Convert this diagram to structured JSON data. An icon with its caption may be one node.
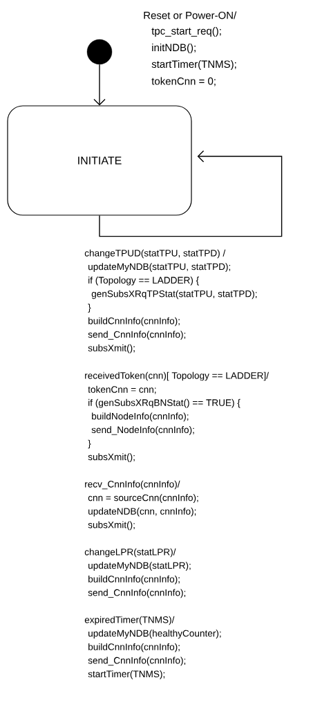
{
  "diagram": {
    "nodes": [
      {
        "text": [],
        "shape": "circle"
      },
      {
        "text": [
          "INITIATE"
        ]
      }
    ],
    "edges": [
      {
        "from": 0,
        "to": 1,
        "arrow": "to"
      },
      {
        "from": 1,
        "to": 1,
        "arrow": "to"
      }
    ],
    "labels": [
      "Reset or Power-ON/",
      "tpc_start_req();",
      "initNDB();",
      "startTimer(TNMS);",
      "tokenCnn = 0;",
      "changeTPUD(statTPU, statTPD) /",
      "updateMyNDB(statTPU, statTPD);",
      "if (Topology == LADDER) {",
      "genSubsXRqTPStat(statTPU, statTPD);",
      "}",
      "buildCnnInfo(cnnInfo);",
      "send_CnnInfo(cnnInfo);",
      "subsXmit();",
      "receivedToken(cnn)[ Topology == LADDER]/",
      "tokenCnn = cnn;",
      "if (genSubsXRqBNStat() == TRUE) {",
      "buildNodeInfo(cnnInfo);",
      "send_NodeInfo(cnnInfo);",
      "}",
      "subsXmit();",
      "recv_CnnInfo(cnnInfo)/",
      "cnn = sourceCnn(cnnInfo);",
      "updateNDB(cnn, cnnInfo);",
      "subsXmit();",
      "changeLPR(statLPR)/",
      "updateMyNDB(statLPR);",
      "buildCnnInfo(cnnInfo);",
      "send_CnnInfo(cnnInfo);",
      "expiredTimer(TNMS)/",
      "updateMyNDB(healthyCounter);",
      "buildCnnInfo(cnnInfo);",
      "send_CnnInfo(cnnInfo);",
      "startTimer(TNMS);"
    ]
  }
}
